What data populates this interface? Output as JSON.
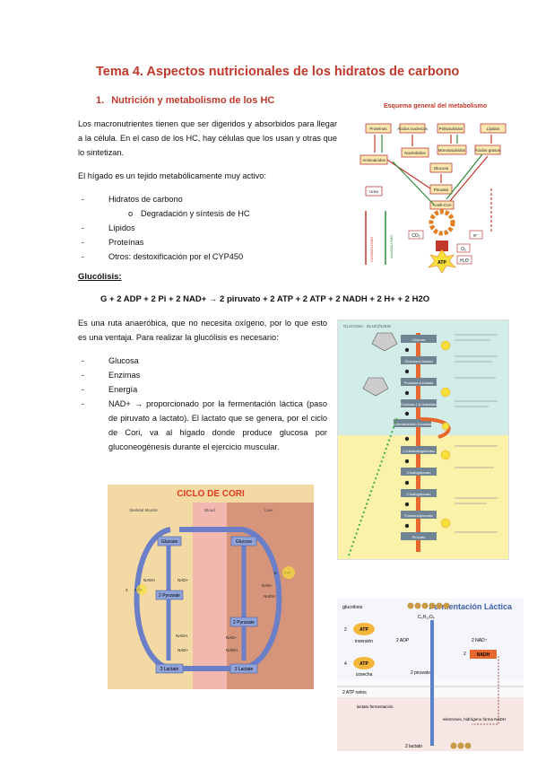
{
  "title": "Tema 4. Aspectos nutricionales de los hidratos de carbono",
  "section": {
    "number": "1.",
    "label": "Nutrición y metabolismo de los HC"
  },
  "intro": "Los macronutrientes tienen que ser digeridos y absorbidos para llegar a la célula. En el caso de los HC, hay células que los usan y otras que lo sintetizan.",
  "liver_text": "El hígado es un tejido metabólicamente muy activo:",
  "liver_list": [
    "Hidratos de carbono",
    "Degradación y síntesis de HC",
    "Lípidos",
    "Proteínas",
    "Otros: destoxificación por el CYP450"
  ],
  "glycolysis_heading": "Glucólisis:",
  "equation": "G + 2 ADP + 2 Pi + 2 NAD+ → 2 piruvato + 2 ATP + 2 ATP + 2 NADH + 2 H+ + 2 H2O",
  "glycolysis_text": "Es una ruta anaeróbica, que no necesita oxígeno, por lo que esto es una ventaja. Para realizar la glucólisis es necesario:",
  "needs_list": [
    "Glucosa",
    "Enzimas",
    "Energía",
    "NAD+ → proporcionado por la fermentación láctica (paso de piruvato a lactato). El lactato que se genera, por el ciclo de Cori, va al hígado donde produce glucosa por gluconeogénesis durante el ejercicio muscular."
  ],
  "metabolism_diagram": {
    "title": "Esquema general del metabolismo",
    "boxes": [
      "Proteínas",
      "Ácidos nucleicos",
      "Polisacáridos",
      "Lípidos",
      "Aminoácidos",
      "Nucleótidos",
      "Monosacáridos",
      "Ácidos grasos",
      "Glucosa",
      "Piruvato",
      "Acetil-CoA",
      "Urea"
    ],
    "labels": [
      "CO₂",
      "e⁻",
      "O₂",
      "H₂O",
      "ATP",
      "CATABOLISMO",
      "ANABOLISMO"
    ]
  },
  "cori_diagram": {
    "title": "CICLO DE CORI",
    "columns": [
      "Skeletal Muscle",
      "Blood",
      "Liver"
    ],
    "muscle": [
      "Glucose",
      "2 Pyruvate",
      "2 Lactate",
      "2",
      "ATP",
      "NAD+",
      "NADH",
      "NADH",
      "NAD+"
    ],
    "liver": [
      "Glucose",
      "2 Pyruvate",
      "2 Lactate",
      "6",
      "ATP",
      "NAD+",
      "NADH",
      "NAD+",
      "NADH"
    ]
  },
  "glycolysis_diagram": {
    "header": "GLUCOSA · GLUCÓLISIS",
    "steps": [
      "Glucosa",
      "Glucosa-6-fosfato",
      "Fructosa-6-fosfato",
      "Fructosa-1,6-bisfosfato",
      "Gliceraldehído 3-fosfato",
      "1,3-bisfosfoglicerato",
      "3-fosfoglicerato",
      "2-fosfoglicerato",
      "Fosfoenolpiruvato",
      "Piruvato"
    ]
  },
  "lactic_diagram": {
    "title": "Fermentación Láctica",
    "glucose_label": "glucólisis",
    "formula": "C₆H₁₂O₆",
    "atp": "ATP",
    "inversion": "inversión",
    "cosecha": "cosecha",
    "inv_num": "2",
    "cos_num": "4",
    "adp": "2 ADP",
    "nad": "2 NAD⁺",
    "nadh_num": "2",
    "nadh": "NADH",
    "pyruvate": "2 piruvato",
    "net": "2 ATP netos",
    "lactate_form": "lactato fermentación",
    "electrons": "electrones, hidrógeno forma NADH",
    "lactate": "2 lactato"
  },
  "colors": {
    "title_red": "#c0392b",
    "cori_blood": "#f2b7ae",
    "cori_muscle": "#f3d9a3",
    "cori_liver": "#d6957b",
    "cori_title": "#e03a1e",
    "glyco_teal": "#d2ede8",
    "glyco_yellow": "#fbf1a8",
    "lactic_title": "#3d5fb0"
  }
}
